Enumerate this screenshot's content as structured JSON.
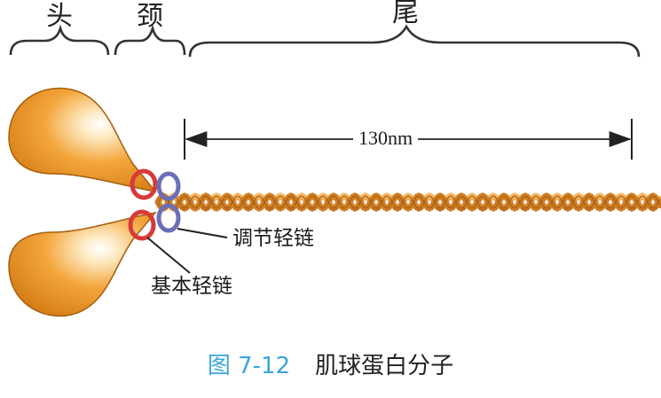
{
  "regions": {
    "head": "头",
    "neck": "颈",
    "tail": "尾"
  },
  "dimension": {
    "length_label": "130nm"
  },
  "callouts": {
    "regulatory_light_chain": "调节轻链",
    "essential_light_chain": "基本轻链"
  },
  "caption": {
    "figure_number": "图 7-12",
    "title": "肌球蛋白分子"
  },
  "colors": {
    "head_orange": "#f0a030",
    "tail_orange": "#e58c2a",
    "ring_red": "#d83a3a",
    "ring_blue": "#6a6fb8",
    "caption_blue": "#3aa7d8"
  }
}
